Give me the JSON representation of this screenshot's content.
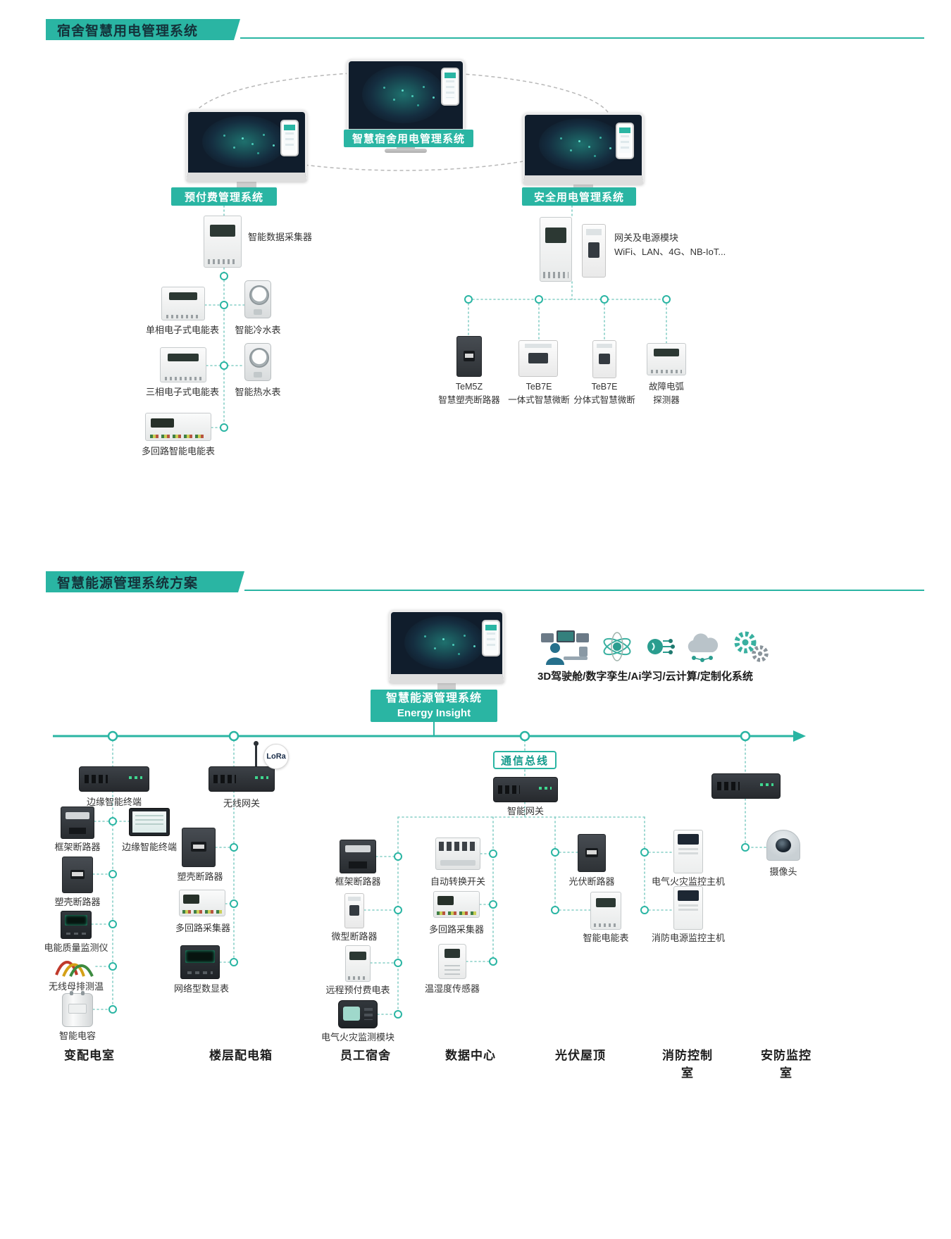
{
  "colors": {
    "accent": "#2ab5a3",
    "line": "#8ad2c8",
    "screen_glow": "#2ab5a3"
  },
  "s1": {
    "title": "宿舍智慧用电管理系统",
    "platform": "智慧宿舍用电管理系统",
    "left_system": "预付费管理系统",
    "right_system": "安全用电管理系统",
    "collector": "智能数据采集器",
    "meter1": "单相电子式电能表",
    "water_cold": "智能冷水表",
    "meter3": "三相电子式电能表",
    "water_hot": "智能热水表",
    "multi_meter": "多回路智能电能表",
    "gateway_l1": "网关及电源模块",
    "gateway_l2": "WiFi、LAN、4G、NB-IoT...",
    "d1n": "TeM5Z",
    "d1l": "智慧塑壳断路器",
    "d2n": "TeB7E",
    "d2l": "一体式智慧微断",
    "d3n": "TeB7E",
    "d3l": "分体式智慧微断",
    "d4l1": "故障电弧",
    "d4l2": "探测器"
  },
  "s2": {
    "title": "智慧能源管理系统方案",
    "badge1": "智慧能源管理系统",
    "badge2": "Energy  Insight",
    "features": "3D驾驶舱/数字孪生/Ai学习/云计算/定制化系统",
    "icons": [
      "3d-cockpit",
      "digital-twin",
      "ai-learning",
      "cloud-computing",
      "custom-system-gears"
    ],
    "bus": "通信总线",
    "lora": "LoRa",
    "c1": {
      "name": "变配电室",
      "d1": "边缘智能终端",
      "d2": "框架断路器",
      "d3": "边缘智能终端",
      "d4": "塑壳断路器",
      "d5": "电能质量监测仪",
      "d6": "无线母排测温",
      "d7": "智能电容"
    },
    "c2": {
      "name": "楼层配电箱",
      "d1": "无线网关",
      "d2": "塑壳断路器",
      "d3": "多回路采集器",
      "d4": "网络型数显表"
    },
    "c3": {
      "name": "员工宿舍",
      "d1": "框架断路器",
      "d2": "微型断路器",
      "d3": "远程预付费电表",
      "d4": "电气火灾监测模块"
    },
    "c4": {
      "name": "数据中心",
      "d1": "自动转换开关",
      "d2": "多回路采集器",
      "d3": "温湿度传感器"
    },
    "c5": {
      "name": "光伏屋顶",
      "d1": "智能网关",
      "d2": "光伏断路器",
      "d3": "智能电能表"
    },
    "c6": {
      "name": "消防控制室",
      "d1": "电气火灾监控主机",
      "d2": "消防电源监控主机"
    },
    "c7": {
      "name": "安防监控室",
      "d1": "摄像头"
    }
  }
}
